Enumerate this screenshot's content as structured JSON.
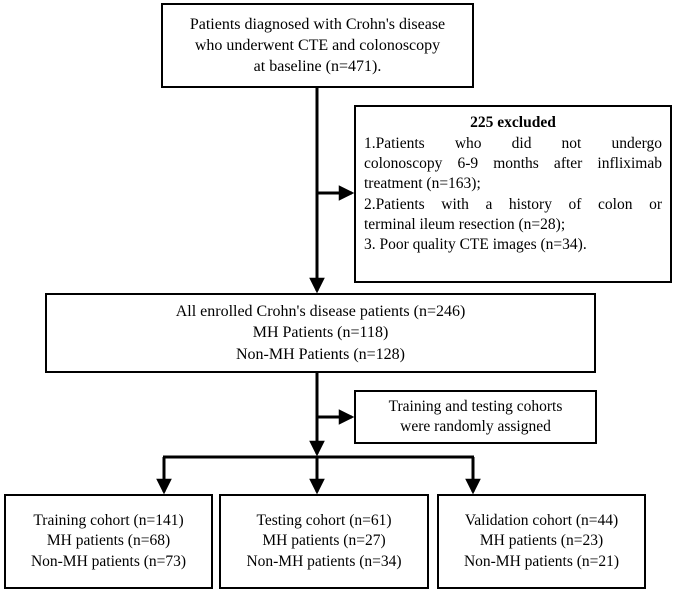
{
  "diagram": {
    "type": "flowchart",
    "title": "Study patient selection flow diagram",
    "orientation": "top-to-bottom",
    "stroke_color": "#000000",
    "fill_color": "#ffffff"
  },
  "nodes": {
    "baseline": {
      "name": "baseline-cohort",
      "lines": [
        "Patients diagnosed with Crohn's disease",
        "who underwent CTE and colonoscopy",
        "at baseline (n=471)."
      ]
    },
    "excluded": {
      "name": "excluded-patients",
      "heading": "225 excluded",
      "items": [
        "1.Patients who did not undergo colonoscopy 6-9 months after infliximab treatment (n=163);",
        "2.Patients with a history of colon or terminal ileum resection (n=28);",
        "3. Poor quality CTE images (n=34)."
      ],
      "item1_part1": "1.Patients who did not undergo",
      "item1_part2": "colonoscopy 6-9 months after infliximab",
      "item1_part3": "treatment (n=163);",
      "item2_part1": "2.Patients with a history of colon or",
      "item2_part2": "terminal ileum resection (n=28);",
      "item3": "3. Poor quality CTE images (n=34)."
    },
    "enrolled": {
      "name": "all-enrolled-patients",
      "lines": [
        "All enrolled Crohn's disease patients (n=246)",
        "MH Patients (n=118)",
        "Non-MH Patients (n=128)"
      ]
    },
    "randomization": {
      "name": "randomization-step",
      "lines": [
        "Training and testing cohorts",
        "were randomly assigned"
      ]
    },
    "training": {
      "name": "training-cohort",
      "lines": [
        "Training cohort (n=141)",
        "MH patients (n=68)",
        "Non-MH patients (n=73)"
      ]
    },
    "testing": {
      "name": "testing-cohort",
      "lines": [
        "Testing cohort (n=61)",
        "MH patients (n=27)",
        "Non-MH patients (n=34)"
      ]
    },
    "validation": {
      "name": "validation-cohort",
      "lines": [
        "Validation cohort (n=44)",
        "MH patients (n=23)",
        "Non-MH patients (n=21)"
      ]
    }
  },
  "counts": {
    "baseline_total": 471,
    "excluded_total": 225,
    "excluded_no_colonoscopy": 163,
    "excluded_resection": 28,
    "excluded_poor_quality": 34,
    "enrolled_total": 246,
    "enrolled_mh": 118,
    "enrolled_non_mh": 128,
    "training_total": 141,
    "training_mh": 68,
    "training_non_mh": 73,
    "testing_total": 61,
    "testing_mh": 27,
    "testing_non_mh": 34,
    "validation_total": 44,
    "validation_mh": 23,
    "validation_non_mh": 21
  }
}
